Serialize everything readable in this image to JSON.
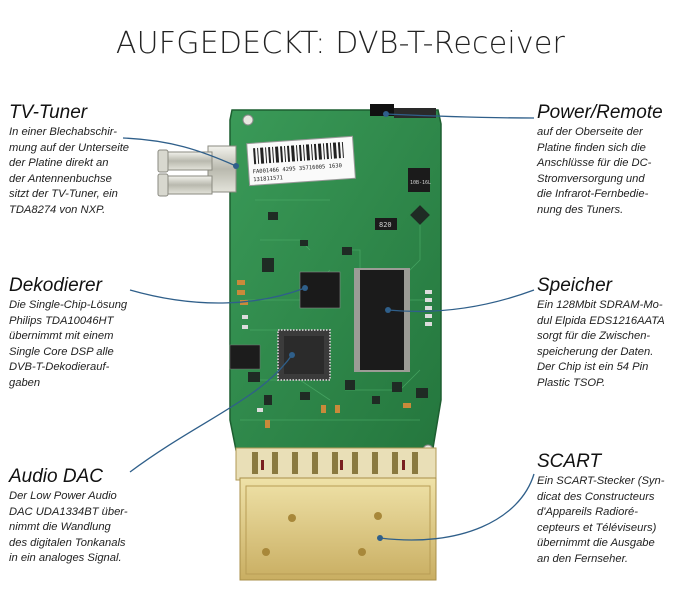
{
  "title": "AUFGEDECKT: DVB-T-Receiver",
  "annotations": {
    "tv_tuner": {
      "heading": "TV-Tuner",
      "text": "In einer Blechabschir-\nmung auf der Unterseite\nder Platine direkt an\nder Antennenbuchse\nsitzt der TV-Tuner, ein\nTDA8274 von NXP."
    },
    "dekodierer": {
      "heading": "Dekodierer",
      "text": "Die Single-Chip-Lösung\nPhilips TDA10046HT\nübernimmt mit einem\nSingle Core DSP alle\nDVB-T-Dekodierauf-\ngaben"
    },
    "audio_dac": {
      "heading": "Audio DAC",
      "text": "Der Low Power Audio\nDAC UDA1334BT über-\nnimmt die Wandlung\ndes digitalen Tonkanals\nin ein analoges Signal."
    },
    "power_remote": {
      "heading": "Power/Remote",
      "text": "auf der Oberseite der\nPlatine finden sich die\nAnschlüsse für die DC-\nStromversorgung und\ndie Infrarot-Fernbedie-\nnung des Tuners."
    },
    "speicher": {
      "heading": "Speicher",
      "text": "Ein 128Mbit SDRAM-Mo-\ndul Elpida EDS1216AATA\nsorgt für die Zwischen-\nspeicherung der Daten.\nDer Chip ist ein 54 Pin\nPlastic TSOP."
    },
    "scart": {
      "heading": "SCART",
      "text": "Ein SCART-Stecker (Syn-\ndicat des Constructeurs\nd'Appareils Radioré-\ncepteurs et Téléviseurs)\nübernimmt die Ausgabe\nan den Fernseher."
    }
  },
  "board": {
    "sticker_line1": "FA001466 4295 35716005 1630",
    "sticker_line2": "131811571",
    "chip_label": "820",
    "chip_label2": "10B-16L"
  },
  "colors": {
    "pcb": "#2f8a4c",
    "leader_line": "#2f5f8a",
    "connector": "#d8c07a"
  }
}
